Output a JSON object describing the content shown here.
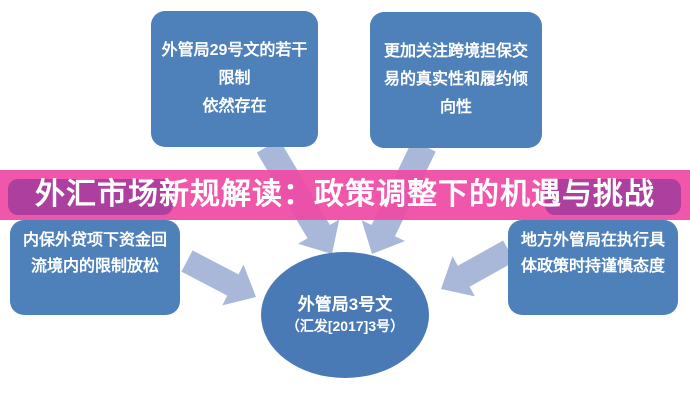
{
  "banner": {
    "title": "外汇市场新规解读：政策调整下的机遇与挑战",
    "strip_color": "#ef4aa5",
    "panel_color": "#ad3f9f",
    "text_color": "#ffffff"
  },
  "diagram": {
    "top_left_box": {
      "line1": "外管局29号文的若干",
      "line2": "限制",
      "line3": "依然存在"
    },
    "top_right_box": {
      "line1": "更加关注跨境担保交",
      "line2": "易的真实性和履约倾",
      "line3": "向性"
    },
    "left_box": {
      "line1": "内保外贷项下资金回",
      "line2": "流境内的限制放松"
    },
    "right_box": {
      "line1": "地方外管局在执行具",
      "line2": "体政策时持谨慎态度"
    },
    "center_node": {
      "line1": "外管局3号文",
      "line2": "（汇发[2017]3号）"
    }
  },
  "colors": {
    "node_blue": "#4e80ba",
    "center_ellipse_blue": "#4a7ab6",
    "arrow_light_blue": "#a9b8d9",
    "background": "#ffffff"
  }
}
